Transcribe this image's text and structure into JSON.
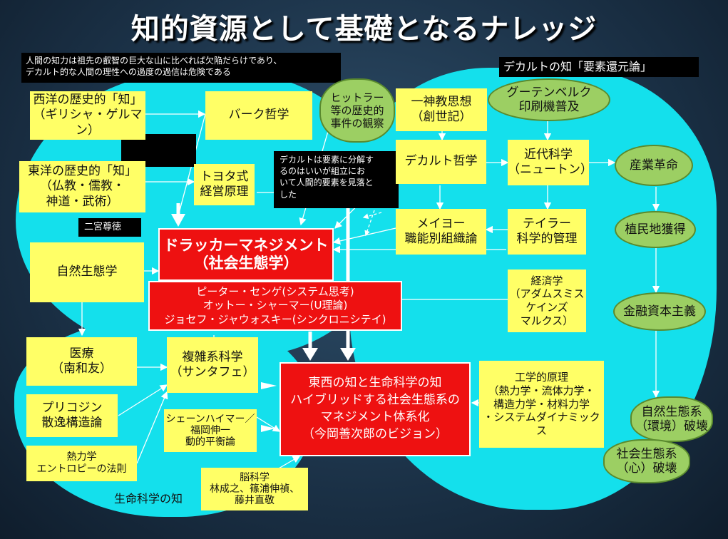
{
  "title": "知的資源として基礎となるナレッジ",
  "notes": {
    "top_left": "人間の知力は祖先の叡智の巨大な山に比べれば欠陥だらけであり、\nデカルト的な人間の理性への過度の過信は危険である",
    "top_right": "デカルトの知「要素還元論」",
    "center": "デカルトは要素に分解す\nるのはいいが組立にお\nいて人間的要素を見落と\nした",
    "ninomiya": "二宮尊徳"
  },
  "boxes": {
    "seiyo": "西洋の歴史的「知」\n（ギリシャ・ゲルマン）",
    "burke": "バーク哲学",
    "toyo": "東洋の歴史的「知」\n（仏教・儒教・\n神道・武術）",
    "toyota": "トヨタ式\n経営原理",
    "shizen": "自然生態学",
    "isshin": "一神教思想\n（創世記）",
    "descartes": "デカルト哲学",
    "mayo": "メイヨー\n職能別組織論",
    "kindai": "近代科学\n（ニュートン）",
    "taylor": "テイラー\n科学的管理",
    "keizai": "経済学\n（アダムスミス\nケインズ\nマルクス）",
    "iryo": "医療\n（南和友）",
    "fukuzatsu": "複雑系科学\n（サンタフェ）",
    "prigogine": "プリコジン\n散逸構造論",
    "netsu": "熱力学\nエントロピーの法則",
    "schoen": "シェーンハイマー／\n福岡伸一\n動的平衡論",
    "nou": "脳科学\n林成之、篠浦伸禎、\n藤井直敬",
    "kogaku": "工学的原理\n（熱力学・流体力学・\n構造力学・材料力学\n・システムダイナミックス"
  },
  "red": {
    "drucker_line1": "ドラッカーマネジメント",
    "drucker_line2": "（社会生態学）",
    "thinkers": "ピーター・センゲ(システム思考)\nオットー・シャーマー(U理論)\nジョセフ・ジャウォスキー(シンクロニシテイ)",
    "vision": "東西の知と生命科学の知\nハイブリッドする社会生態系の\nマネジメント体系化\n（今岡善次郎のビジョン）"
  },
  "circles": {
    "hitler": "ヒットラー\n等の歴史的\n事件の観察",
    "gutenberg": "グーテンベルク\n印刷機普及",
    "sangyo": "産業革命",
    "shokumin": "植民地獲得",
    "kinyu": "金融資本主義",
    "shizenkei": "自然生態系\n（環境）破壊",
    "shakaikei": "社会生態系\n（心）破壊"
  },
  "labels": {
    "seimei": "生命科学の知"
  },
  "colors": {
    "background": "#1c3349",
    "cyan_area": "#14e0ec",
    "yellow_box": "#ffff66",
    "red_box": "#ee1111",
    "green_circle": "#9ccf63"
  }
}
